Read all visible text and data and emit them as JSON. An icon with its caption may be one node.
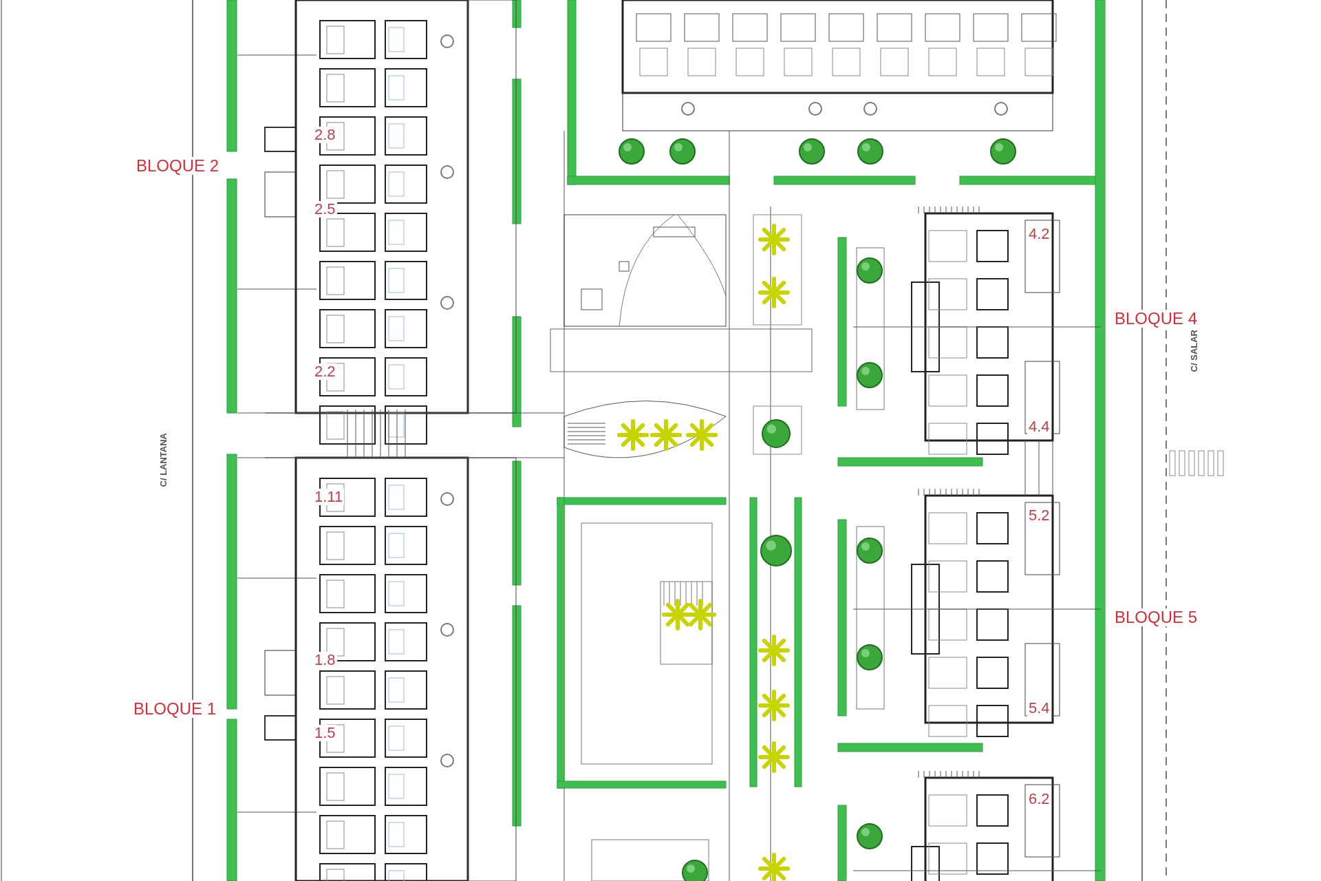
{
  "diagram": {
    "labels": [
      "2.8",
      "BLOQUE 2",
      "2.5",
      "4.2",
      "BLOQUE 4",
      "C/ SALAR",
      "2.2",
      "4.4",
      "C/ LANTANA",
      "1.11",
      "5.2",
      "BLOQUE 5",
      "1.8",
      "BLOQUE 1",
      "5.4",
      "1.5",
      "6.2"
    ]
  }
}
